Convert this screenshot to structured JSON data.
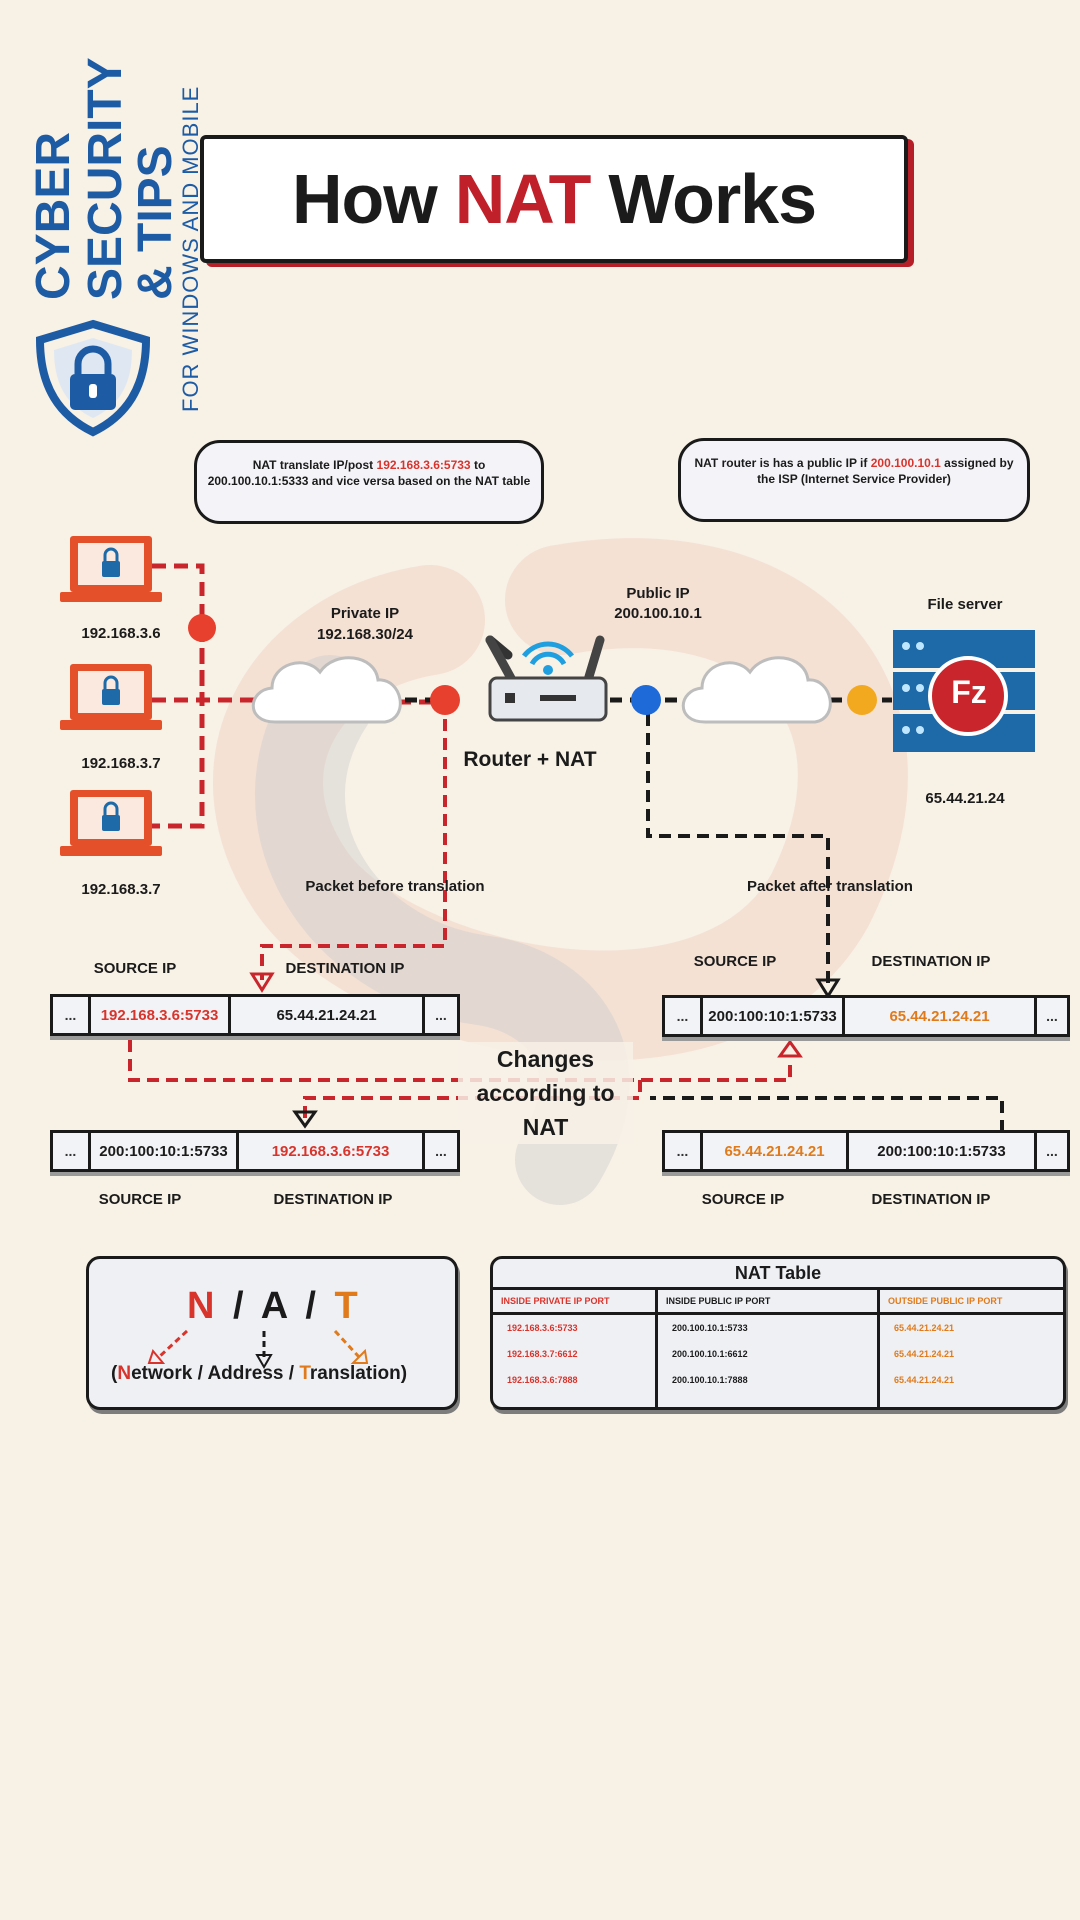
{
  "brand": {
    "line1": "CYBER",
    "line2": "SECURITY",
    "line3": "& TIPS",
    "tagline": "FOR WINDOWS AND MOBILE"
  },
  "title": {
    "part1": "How",
    "part2": "NAT",
    "part3": "Works"
  },
  "callout_left": {
    "pre": "NAT translate IP/post ",
    "highlight": "192.168.3.6:5733",
    "post": " to 200.100.10.1:5333 and vice versa based on the NAT table"
  },
  "callout_right": {
    "pre": "NAT router is has a public IP if ",
    "highlight": "200.100.10.1",
    "post": " assigned by the ISP (Internet Service Provider)"
  },
  "hosts": [
    {
      "ip": "192.168.3.6"
    },
    {
      "ip": "192.168.3.7"
    },
    {
      "ip": "192.168.3.7"
    }
  ],
  "private_ip": {
    "label": "Private IP",
    "value": "192.168.30/24"
  },
  "public_ip": {
    "label": "Public IP",
    "value": "200.100.10.1"
  },
  "router_label": "Router + NAT",
  "file_server": {
    "label": "File server",
    "ip": "65.44.21.24",
    "logo": "Fz"
  },
  "packet_before_label": "Packet before translation",
  "packet_after_label": "Packet after translation",
  "changes_label": {
    "line1": "Changes",
    "line2": "according to",
    "line3": "NAT"
  },
  "field_labels": {
    "source": "SOURCE IP",
    "destination": "DESTINATION IP",
    "ellipsis": "..."
  },
  "packets": {
    "left_top": {
      "source": "192.168.3.6:5733",
      "destination": "65.44.21.24.21"
    },
    "left_bottom": {
      "source": "200:100:10:1:5733",
      "destination": "192.168.3.6:5733"
    },
    "right_top": {
      "source": "200:100:10:1:5733",
      "destination": "65.44.21.24.21"
    },
    "right_bottom": {
      "source": "65.44.21.24.21",
      "destination": "200:100:10:1:5733"
    }
  },
  "legend": {
    "n": "N",
    "a": "A",
    "t": "T",
    "slash": "/",
    "open": "(",
    "n_word_first": "N",
    "n_word_rest": "etwork",
    "sep": " / ",
    "a_word": "Address",
    "t_word_first": "T",
    "t_word_rest": "ranslation",
    "close": ")"
  },
  "nat_table": {
    "title": "NAT Table",
    "headers": [
      "INSIDE PRIVATE IP PORT",
      "INSIDE PUBLIC IP PORT",
      "OUTSIDE PUBLIC IP PORT"
    ],
    "rows": [
      [
        "192.168.3.6:5733",
        "200.100.10.1:5733",
        "65.44.21.24.21"
      ],
      [
        "192.168.3.7:6612",
        "200.100.10.1:6612",
        "65.44.21.24.21"
      ],
      [
        "192.168.3.6:7888",
        "200.100.10.1:7888",
        "65.44.21.24.21"
      ]
    ]
  },
  "colors": {
    "red": "#d9342c",
    "dark_red": "#b71f28",
    "orange": "#e07a1a",
    "blue": "#1d5ba4",
    "laptop": "#e4502a",
    "server": "#1e6aa8"
  }
}
